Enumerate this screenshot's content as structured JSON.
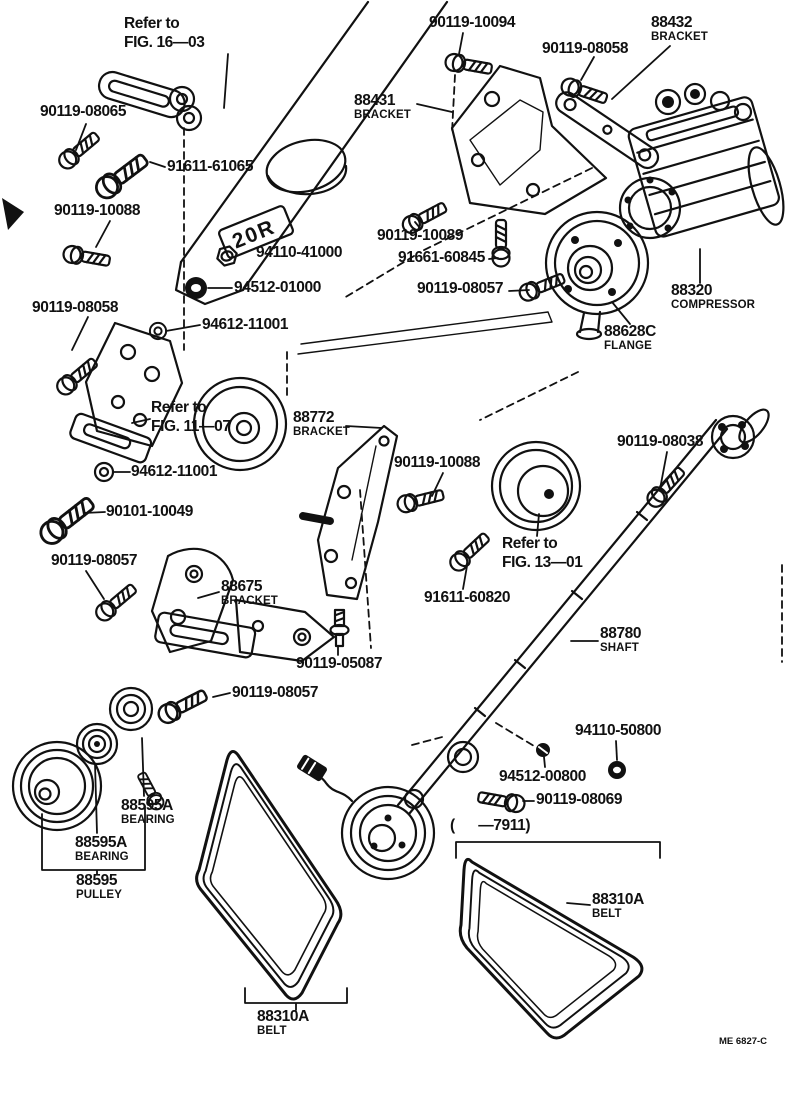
{
  "diagram": {
    "emblem": "20R",
    "drawing_code": "ME 6827-C"
  },
  "labels": [
    {
      "id": "refer-fig-16-03",
      "text": "Refer to",
      "sub": "FIG. 16—03"
    },
    {
      "id": "90119-08065",
      "text": "90119-08065"
    },
    {
      "id": "91611-61065",
      "text": "91611-61065"
    },
    {
      "id": "90119-10088-a",
      "text": "90119-10088"
    },
    {
      "id": "90119-10094",
      "text": "90119-10094"
    },
    {
      "id": "90119-08058-b",
      "text": "90119-08058"
    },
    {
      "id": "88431",
      "text": "88431",
      "sub": "BRACKET"
    },
    {
      "id": "88432",
      "text": "88432",
      "sub": "BRACKET"
    },
    {
      "id": "94110-41000",
      "text": "94110-41000"
    },
    {
      "id": "90119-10089",
      "text": "90119-10089"
    },
    {
      "id": "91661-60845",
      "text": "91661-60845"
    },
    {
      "id": "94512-01000",
      "text": "94512-01000"
    },
    {
      "id": "90119-08057-b",
      "text": "90119-08057"
    },
    {
      "id": "88320",
      "text": "88320",
      "sub": "COMPRESSOR"
    },
    {
      "id": "90119-08058-a",
      "text": "90119-08058"
    },
    {
      "id": "94612-11001-a",
      "text": "94612-11001"
    },
    {
      "id": "88628C",
      "text": "88628C",
      "sub": "FLANGE"
    },
    {
      "id": "refer-fig-11-07",
      "text": "Refer to",
      "sub": "FIG. 11—07"
    },
    {
      "id": "88772",
      "text": "88772",
      "sub": "BRACKET"
    },
    {
      "id": "90119-08038",
      "text": "90119-08038"
    },
    {
      "id": "90119-10088-b",
      "text": "90119-10088"
    },
    {
      "id": "94612-11001-b",
      "text": "94612-11001"
    },
    {
      "id": "90101-10049",
      "text": "90101-10049"
    },
    {
      "id": "refer-fig-13-01",
      "text": "Refer to",
      "sub": "FIG. 13—01"
    },
    {
      "id": "91611-60820",
      "text": "91611-60820"
    },
    {
      "id": "90119-08057-a",
      "text": "90119-08057"
    },
    {
      "id": "88675",
      "text": "88675",
      "sub": "BRACKET"
    },
    {
      "id": "88780",
      "text": "88780",
      "sub": "SHAFT"
    },
    {
      "id": "90119-05087",
      "text": "90119-05087"
    },
    {
      "id": "90119-08057-c",
      "text": "90119-08057"
    },
    {
      "id": "88595A-a",
      "text": "88595A",
      "sub": "BEARING"
    },
    {
      "id": "88595A-b",
      "text": "88595A",
      "sub": "BEARING"
    },
    {
      "id": "88595",
      "text": "88595",
      "sub": "PULLEY"
    },
    {
      "id": "94110-50800",
      "text": "94110-50800"
    },
    {
      "id": "94512-00800",
      "text": "94512-00800"
    },
    {
      "id": "90119-08069",
      "text": "90119-08069"
    },
    {
      "id": "range-7911",
      "text": "(      —7911)"
    },
    {
      "id": "88310A-a",
      "text": "88310A",
      "sub": "BELT"
    },
    {
      "id": "88310A-b",
      "text": "88310A",
      "sub": "BELT"
    }
  ]
}
